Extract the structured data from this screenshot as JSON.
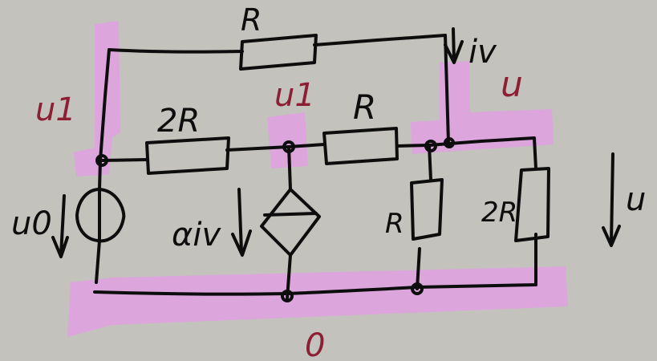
{
  "labels": {
    "top_resistor": "R",
    "left_resistor": "2R",
    "middle_resistor": "R",
    "right_vertical_resistor": "R",
    "far_right_resistor": "2R",
    "source_voltage": "u0",
    "dependent_source": "αiv",
    "current_iv": "iv",
    "voltage_u": "u"
  },
  "node_labels": {
    "u1_left": "u1",
    "u1_middle": "u1",
    "u_right": "u",
    "ground": "0"
  },
  "colors": {
    "background": "#c3c2bc",
    "ink": "#0d0d0d",
    "highlight": "#dca6dd",
    "node_label": "#8c1f33"
  }
}
